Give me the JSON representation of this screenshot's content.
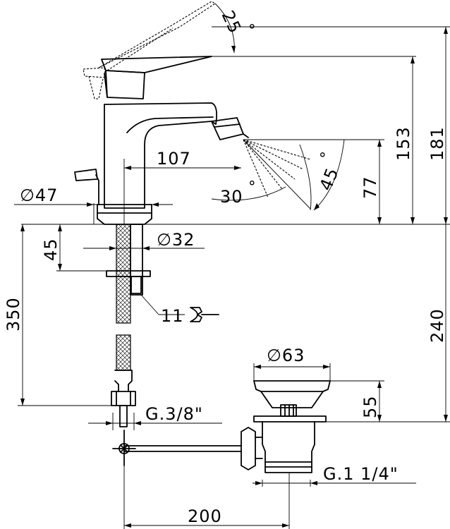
{
  "dimensions": {
    "lever_angle": "25",
    "deg_sign": "°",
    "height_outlet": "153",
    "height_total": "181",
    "spout_reach": "107",
    "base_diameter": "∅47",
    "jet_angle_30": "30",
    "jet_angle_45": "45",
    "outlet_height": "77",
    "fixing_depth": "45",
    "shank_diameter": "∅32",
    "hose_length": "350",
    "wrench_size": "11",
    "under_depth": "240",
    "waste_diameter": "∅63",
    "waste_height": "55",
    "hose_thread": "G.3/8\"",
    "waste_thread": "G.1 1/4\"",
    "rod_length": "200"
  }
}
